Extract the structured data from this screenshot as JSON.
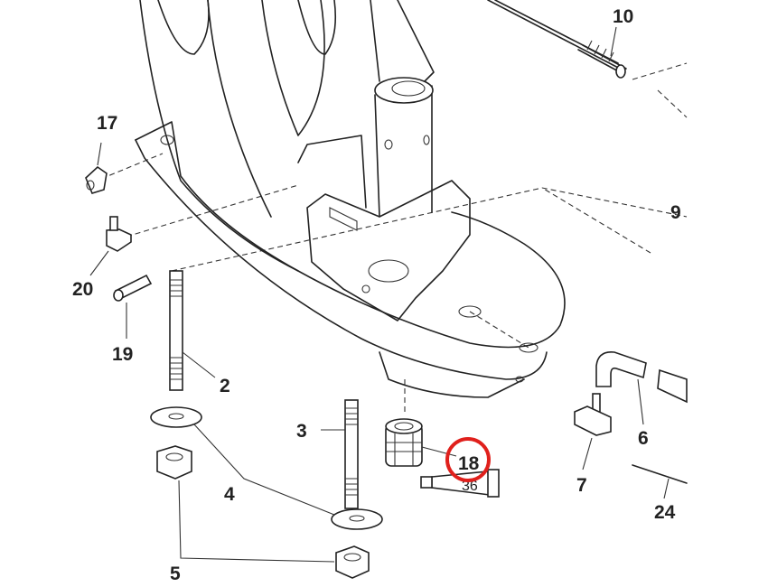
{
  "diagram": {
    "labels": {
      "p10": "10",
      "p17": "17",
      "p9": "9",
      "p20": "20",
      "p19": "19",
      "p2": "2",
      "p3": "3",
      "p18": "18",
      "p36": "36",
      "p4": "4",
      "p5": "5",
      "p6": "6",
      "p7": "7",
      "p24": "24"
    },
    "highlight_color": "#e0201c"
  }
}
